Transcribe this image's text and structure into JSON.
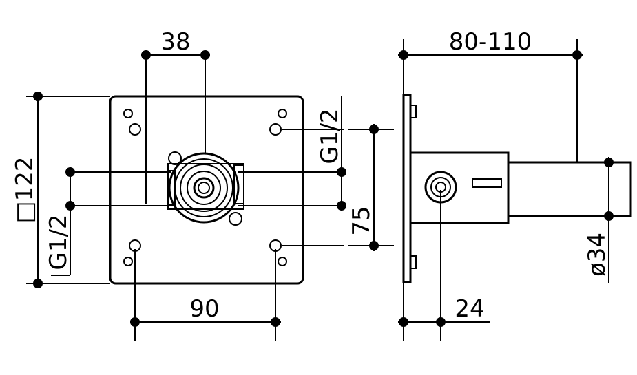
{
  "dimensions": {
    "d38": "38",
    "d80_110": "80-110",
    "d122": "□122",
    "d_g12_left": "G1/2",
    "d_g12_right": "G1/2",
    "d75": "75",
    "d90": "90",
    "d24": "24",
    "d34": "ø34"
  }
}
